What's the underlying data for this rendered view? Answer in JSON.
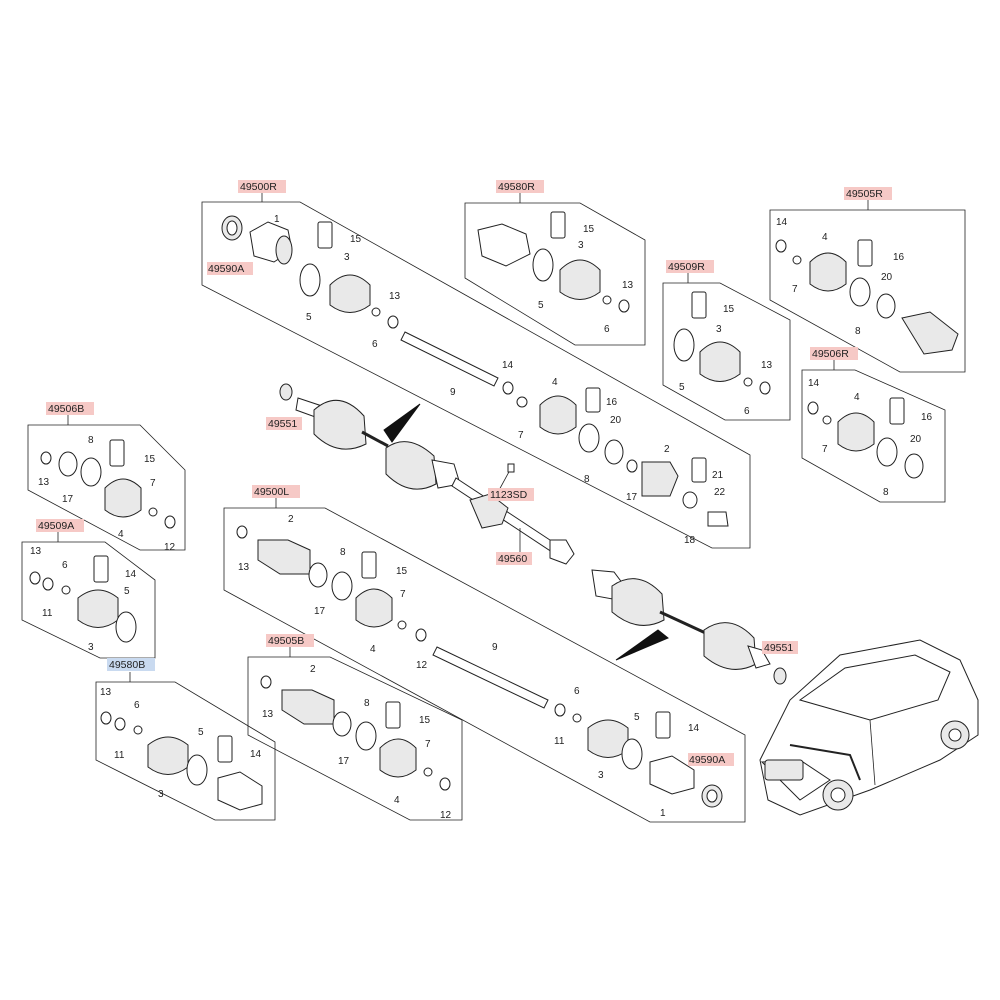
{
  "refs": {
    "r49500R": "49500R",
    "r49580R": "49580R",
    "r49505R": "49505R",
    "r49509R": "49509R",
    "r49506R": "49506R",
    "r49506B": "49506B",
    "r49509A": "49509A",
    "r49580B": "49580B",
    "r49500L": "49500L",
    "r49505B": "49505B",
    "r49590A_top": "49590A",
    "r49590A_bot": "49590A",
    "r49551_top": "49551",
    "r49551_bot": "49551",
    "r1123SD": "1123SD",
    "r49560": "49560"
  },
  "nums": {
    "n1": "1",
    "n2": "2",
    "n3": "3",
    "n4": "4",
    "n5": "5",
    "n6": "6",
    "n7": "7",
    "n8": "8",
    "n9": "9",
    "n11": "11",
    "n12": "12",
    "n13": "13",
    "n14": "14",
    "n15": "15",
    "n16": "16",
    "n17": "17",
    "n18": "18",
    "n20": "20",
    "n21": "21",
    "n22": "22"
  },
  "colors": {
    "ref_highlight": "#f6c9c6",
    "ref_highlight_alt": "#c9daf0",
    "line": "#222222"
  }
}
